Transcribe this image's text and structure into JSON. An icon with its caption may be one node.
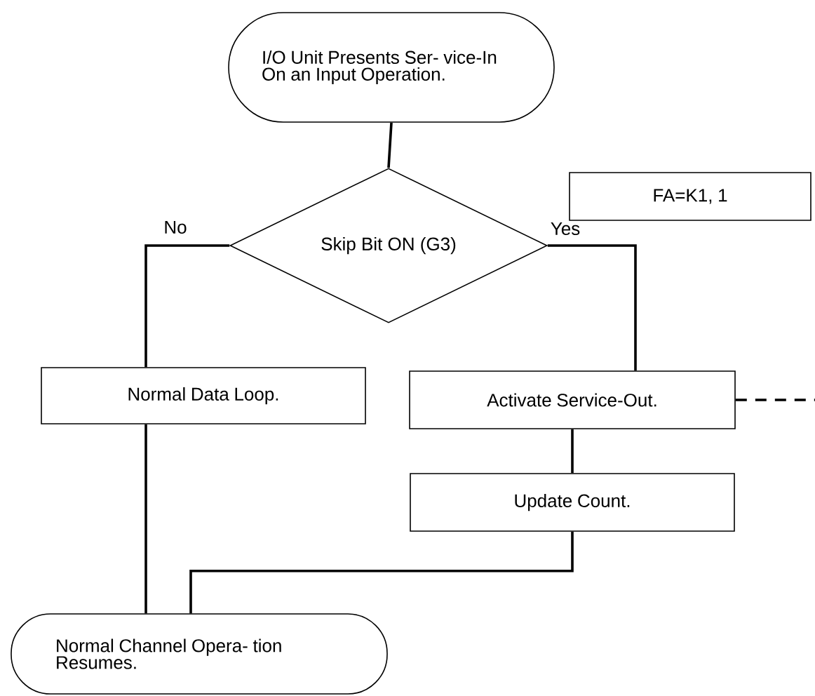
{
  "diagram": {
    "nodes": [
      {
        "text": [
          "I/O Unit Presents Ser- vice-In On an Input Operation."
        ]
      },
      {
        "text": [
          "FA=K1, 1"
        ]
      },
      {
        "text": [
          "Skip Bit ON (G3)"
        ]
      },
      {
        "text": [
          "Normal Data Loop."
        ]
      },
      {
        "text": [
          "Activate Service-Out."
        ]
      },
      {
        "text": [
          "Update Count."
        ]
      },
      {
        "text": [
          "Normal Channel Opera- tion Resumes."
        ]
      }
    ],
    "edges": [
      {
        "from": 0,
        "to": 2,
        "arrow": "none"
      },
      {
        "from": 2,
        "to": 3,
        "arrow": "none",
        "label": "No"
      },
      {
        "from": 2,
        "to": 4,
        "arrow": "none",
        "label": "Yes"
      },
      {
        "from": 4,
        "to": 5,
        "arrow": "none"
      },
      {
        "from": 3,
        "to": 6,
        "arrow": "none"
      },
      {
        "from": 5,
        "to": 6,
        "arrow": "none"
      },
      {
        "from": 4,
        "to": null,
        "arrow": "none",
        "style": "dashed"
      }
    ]
  }
}
